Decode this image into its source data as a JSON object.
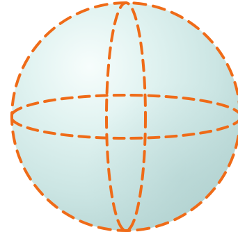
{
  "diagram": {
    "shape": "sphere",
    "style": {
      "outline_color": "#ef6b18",
      "outline_dash": "dashed",
      "fill_highlight": "#f6fcfb",
      "fill_mid": "#dff1ef",
      "fill_shadow": "#bcd8d6"
    },
    "parts": [
      "outline-circle",
      "vertical-meridian",
      "horizontal-equator"
    ]
  }
}
